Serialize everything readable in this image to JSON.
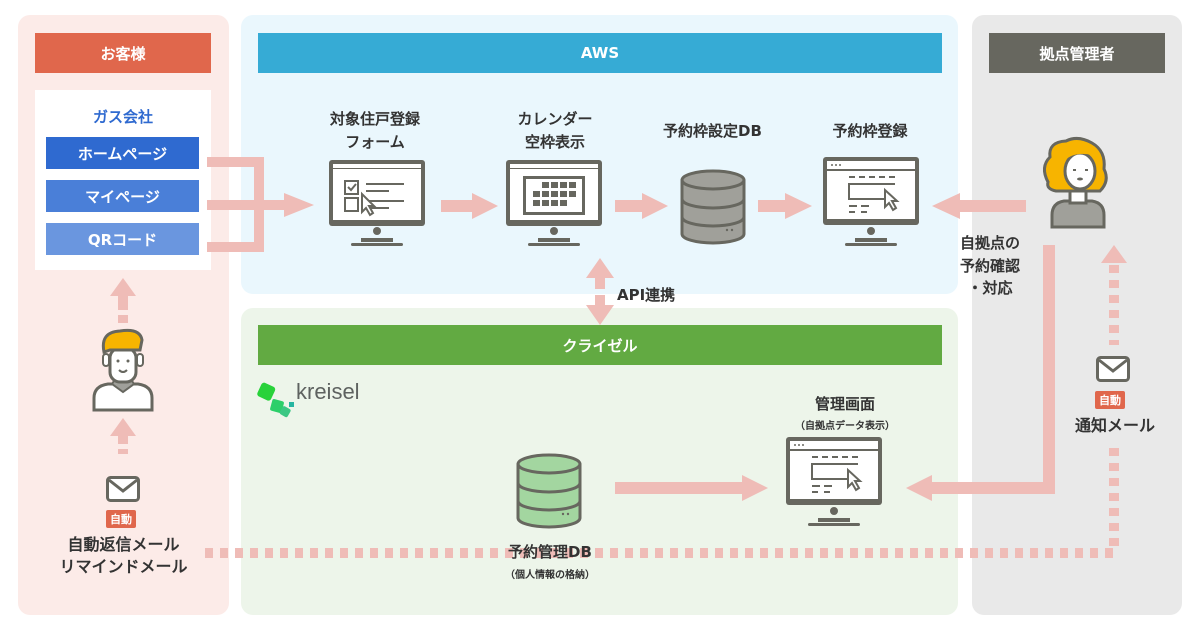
{
  "panels": {
    "customer": {
      "title": "お客様",
      "gas_company": {
        "title": "ガス会社",
        "channels": [
          {
            "label": "ホームページ",
            "color": "#2f6ad0"
          },
          {
            "label": "マイページ",
            "color": "#4a7fd8"
          },
          {
            "label": "QRコード",
            "color": "#6a96df"
          }
        ]
      },
      "mail": {
        "badge": "自動",
        "lines": [
          "自動返信メール",
          "リマインドメール"
        ]
      }
    },
    "aws": {
      "title": "AWS",
      "steps": [
        {
          "lines": [
            "対象住戸登録",
            "フォーム"
          ],
          "icon": "form-monitor-icon"
        },
        {
          "lines": [
            "カレンダー",
            "空枠表示"
          ],
          "icon": "calendar-monitor-icon"
        },
        {
          "lines": [
            "予約枠設定DB"
          ],
          "icon": "database-icon"
        },
        {
          "lines": [
            "予約枠登録"
          ],
          "icon": "browser-monitor-icon"
        }
      ]
    },
    "api_link": "API連携",
    "kreisel": {
      "title": "クライゼル",
      "logo_text": "kreisel",
      "db": {
        "title": "予約管理DB",
        "subtitle": "（個人情報の格納）"
      },
      "admin_screen": {
        "title": "管理画面",
        "subtitle": "（自拠点データ表示）"
      }
    },
    "admin": {
      "title": "拠点管理者",
      "action_lines": [
        "自拠点の",
        "予約確認",
        "・対応"
      ],
      "mail": {
        "badge": "自動",
        "label": "通知メール"
      }
    }
  },
  "colors": {
    "customer_header": "#e0674c",
    "aws_header": "#36abd5",
    "kreisel_header": "#62aa42",
    "admin_header": "#67675f",
    "arrow": "#efbcb7",
    "icon_dark": "#67675f",
    "db_gray": "#a0a09a",
    "db_green": "#a3d6a0"
  }
}
